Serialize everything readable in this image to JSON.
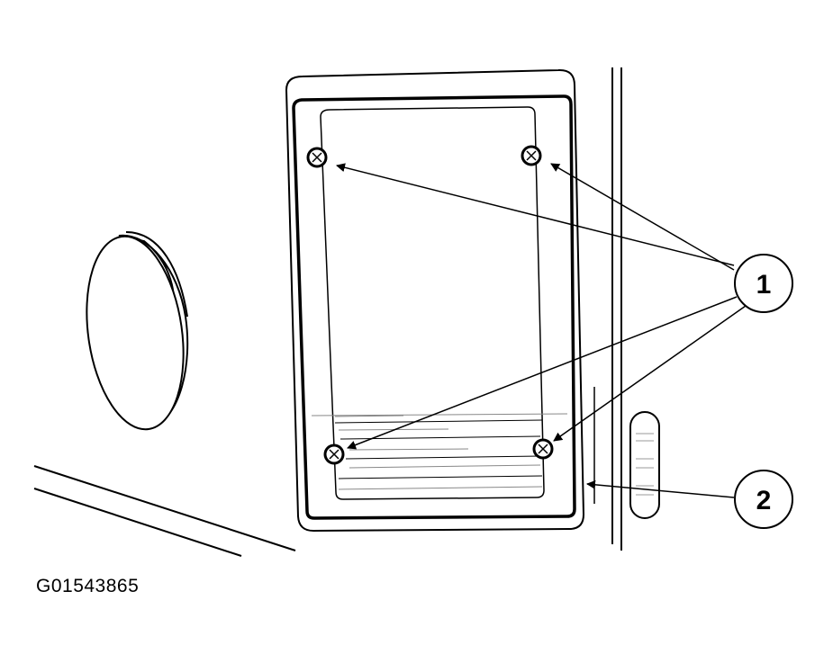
{
  "figure_id": "G01543865",
  "callouts": [
    {
      "number": "1"
    },
    {
      "number": "2"
    }
  ],
  "colors": {
    "line": "#000000",
    "background": "#ffffff",
    "grey": "#bbbbbb"
  },
  "icons": {
    "screw": "cross-head-screw-icon"
  }
}
